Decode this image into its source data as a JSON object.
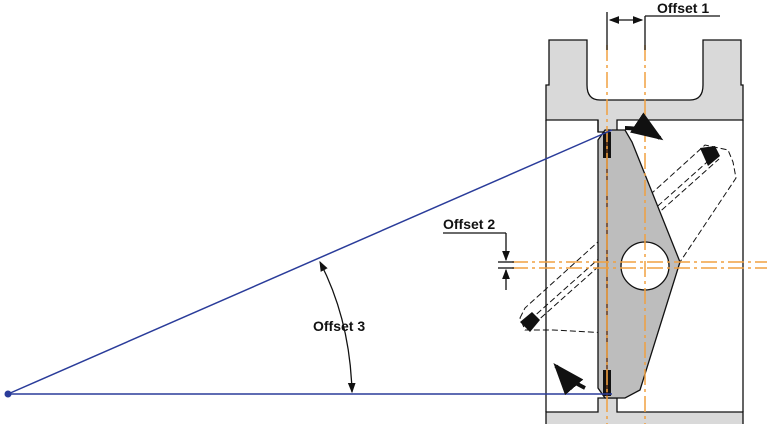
{
  "labels": {
    "offset1": "Offset 1",
    "offset2": "Offset 2",
    "offset3": "Offset 3"
  },
  "colors": {
    "body_fill": "#d9d9d9",
    "disc_fill": "#bdbdbd",
    "centerline": "#f0a040",
    "cone_line": "#2a3c9a",
    "outline": "#111111"
  }
}
